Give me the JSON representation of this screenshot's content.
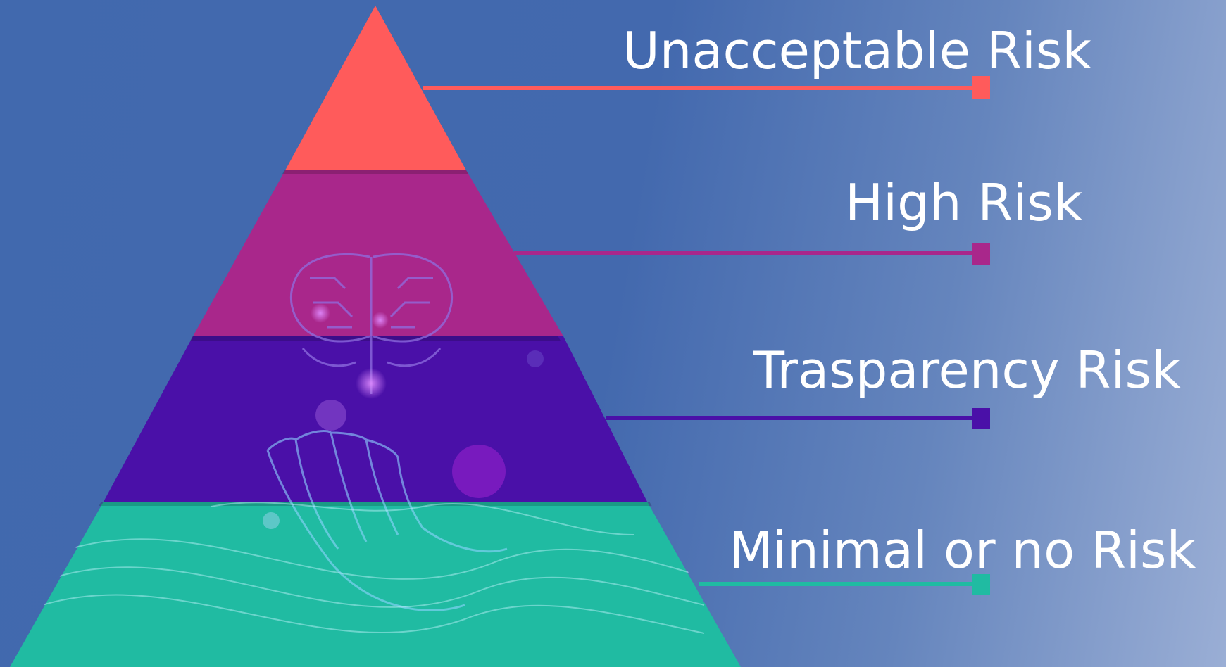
{
  "pyramid": {
    "levels": [
      {
        "label": "Unacceptable Risk",
        "color": "#ff5b5b"
      },
      {
        "label": "High Risk",
        "color": "#a9278b"
      },
      {
        "label": "Trasparency Risk",
        "color": "#4a10a8"
      },
      {
        "label": "Minimal or no Risk",
        "color": "#20bba2"
      }
    ]
  },
  "illustration": {
    "brain": "circuit-brain-icon",
    "hand": "digital-hand-icon",
    "waves": "wave-lines"
  }
}
